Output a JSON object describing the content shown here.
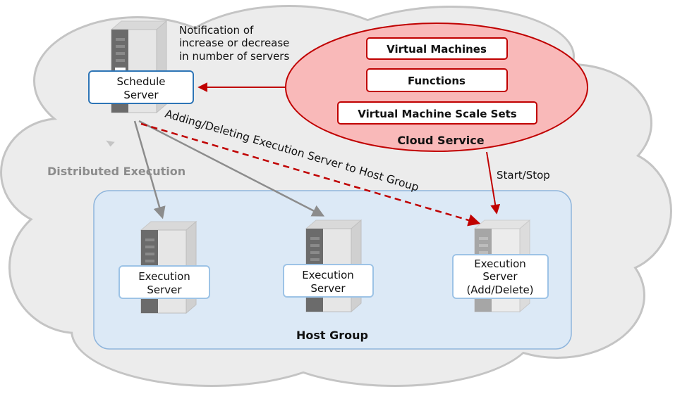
{
  "cloud": {
    "label": "Distributed Execution"
  },
  "schedule_server": {
    "label_line1": "Schedule",
    "label_line2": "Server"
  },
  "notification": {
    "line1": "Notification of",
    "line2": "increase or decrease",
    "line3": "in number of servers"
  },
  "cloud_service": {
    "title": "Cloud Service",
    "items": [
      "Virtual Machines",
      "Functions",
      "Virtual Machine Scale Sets"
    ]
  },
  "adding_deleting_label": "Adding/Deleting Execution Server to Host Group",
  "start_stop_label": "Start/Stop",
  "host_group": {
    "title": "Host Group",
    "servers": [
      {
        "line1": "Execution",
        "line2": "Server"
      },
      {
        "line1": "Execution",
        "line2": "Server"
      },
      {
        "line1": "Execution",
        "line2": "Server",
        "line3": "(Add/Delete)"
      }
    ]
  },
  "colors": {
    "cloud_fill": "#ececec",
    "cloud_stroke": "#c4c4c4",
    "cloud_service_fill": "#f9b9b9",
    "cloud_service_stroke": "#c00000",
    "host_group_fill": "#dce9f6",
    "host_group_stroke": "#8fb5dc",
    "box_stroke": "#2e75b6",
    "arrow_red": "#c00000",
    "arrow_gray": "#8c8c8c"
  }
}
